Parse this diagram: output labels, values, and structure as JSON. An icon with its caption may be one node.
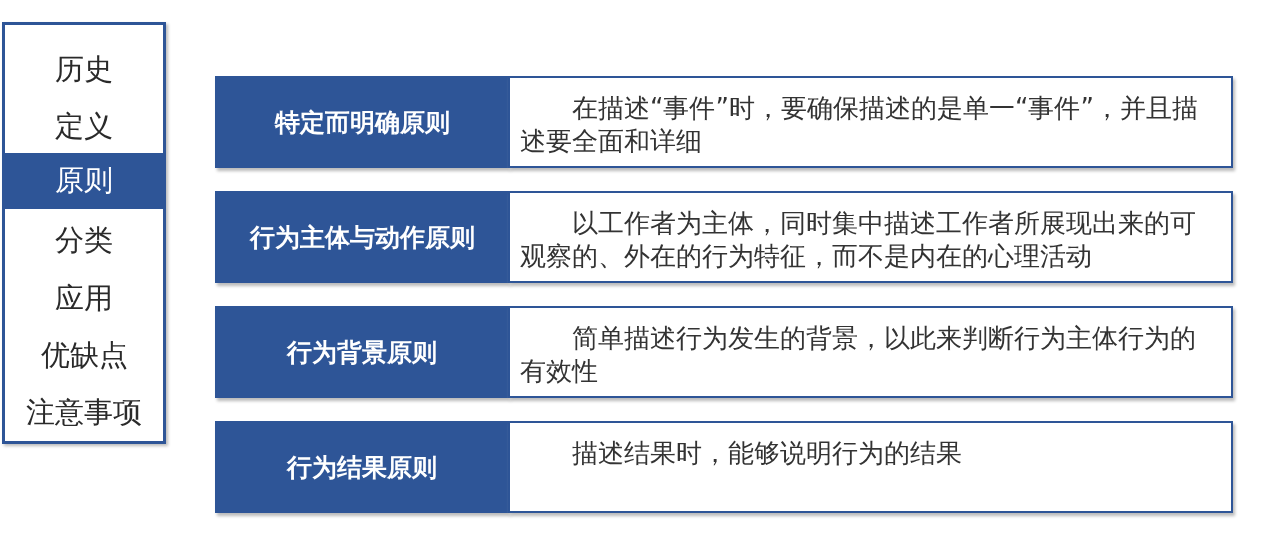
{
  "diagram": {
    "nodes": [
      {
        "text": [],
        "shape": "box"
      },
      {
        "text": [
          "历史"
        ],
        "in": 0
      },
      {
        "text": [
          "定义"
        ],
        "in": 0
      },
      {
        "text": [
          "原则"
        ],
        "in": 0
      },
      {
        "text": [
          "分类"
        ],
        "in": 0
      },
      {
        "text": [
          "应用"
        ],
        "in": 0
      },
      {
        "text": [
          "优缺点"
        ],
        "in": 0
      },
      {
        "text": [
          "注意事项"
        ],
        "in": 0
      },
      {
        "text": [
          "特定而明确原则"
        ]
      },
      {
        "text": [
          "在描述“事件”时，要确保描述的是单一“事件”，并且描述要全面和详细"
        ]
      },
      {
        "text": [
          "行为主体与动作原则"
        ]
      },
      {
        "text": [
          "以工作者为主体，同时集中描述工作者所展现出来的可观察的、外在的行为特征，而不是内在的心理活动"
        ]
      },
      {
        "text": [
          "行为背景原则"
        ]
      },
      {
        "text": [
          "简单描述行为发生的背景，以此来判断行为主体行为的有效性"
        ]
      },
      {
        "text": [
          "行为结果原则"
        ]
      },
      {
        "text": [
          "描述结果时，能够说明行为的结果"
        ]
      }
    ]
  }
}
